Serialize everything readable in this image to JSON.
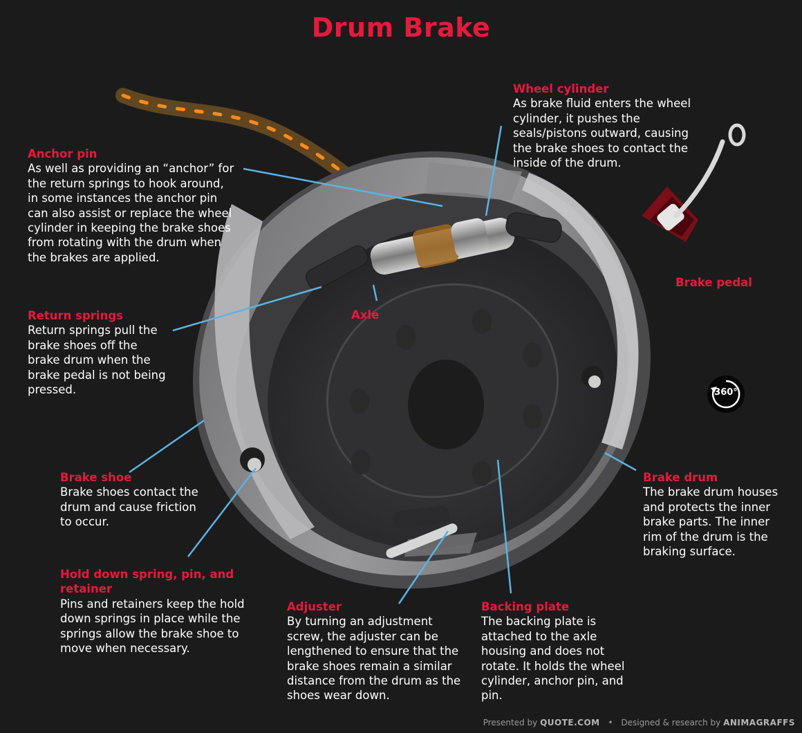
{
  "title": "Drum Brake",
  "callouts": {
    "anchor_pin": {
      "heading": "Anchor pin",
      "text": "As well as providing an “anchor” for the return springs to hook around, in some instances the anchor pin can also assist or replace the wheel cylinder in keeping the brake shoes from rotating with the drum when the brakes are applied."
    },
    "wheel_cylinder": {
      "heading": "Wheel cylinder",
      "text": "As brake fluid enters the wheel cylinder, it pushes the seals/pistons outward, causing the brake shoes to contact the inside of the drum."
    },
    "return_springs": {
      "heading": "Return springs",
      "text": "Return springs pull the brake shoes off the brake drum when the brake pedal is not being pressed."
    },
    "brake_shoe": {
      "heading": "Brake shoe",
      "text": "Brake shoes contact the drum and cause friction to occur."
    },
    "hold_down": {
      "heading": "Hold down spring, pin, and retainer",
      "text": "Pins and retainers keep the hold down springs in place while the springs allow the brake shoe to move when necessary."
    },
    "adjuster": {
      "heading": "Adjuster",
      "text": "By turning an adjustment screw, the adjuster can be lengthened to ensure that the brake shoes remain a similar distance from the drum as the shoes wear down."
    },
    "backing_plate": {
      "heading": "Backing plate",
      "text": "The backing plate is attached to the axle housing and does not rotate. It holds the wheel cylinder, anchor pin, and pin."
    },
    "brake_drum": {
      "heading": "Brake drum",
      "text": "The brake drum houses and protects the inner brake parts. The inner rim of the drum is the braking surface."
    }
  },
  "labels": {
    "axle": "Axle",
    "brake_pedal": "Brake pedal"
  },
  "rotate_button": "360°",
  "footer": {
    "presented_by": "Presented by",
    "quote": "QUOTE.COM",
    "designed": "Designed & research by",
    "animagraffs": "ANIMAGRAFFS"
  },
  "colors": {
    "accent": "#e8193c",
    "leader": "#5ab4e2",
    "background": "#1b1b1c"
  }
}
